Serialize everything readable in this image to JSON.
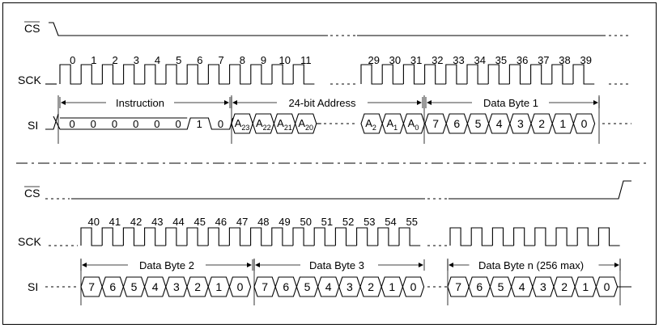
{
  "signals": {
    "cs": "CS",
    "sck": "SCK",
    "si": "SI"
  },
  "top": {
    "clock_numbers": [
      "0",
      "1",
      "2",
      "3",
      "4",
      "5",
      "6",
      "7",
      "8",
      "9",
      "10",
      "11",
      "29",
      "30",
      "31",
      "32",
      "33",
      "34",
      "35",
      "36",
      "37",
      "38",
      "39"
    ],
    "instruction_label": "Instruction",
    "address_label": "24-bit Address",
    "data_label": "Data Byte 1",
    "instruction_bits": [
      "0",
      "0",
      "0",
      "0",
      "0",
      "0",
      "1",
      "0"
    ],
    "address_high": [
      {
        "base": "A",
        "sub": "23"
      },
      {
        "base": "A",
        "sub": "22"
      },
      {
        "base": "A",
        "sub": "21"
      },
      {
        "base": "A",
        "sub": "20"
      }
    ],
    "address_low": [
      {
        "base": "A",
        "sub": "2"
      },
      {
        "base": "A",
        "sub": "1"
      },
      {
        "base": "A",
        "sub": "0"
      }
    ],
    "data_bits": [
      "7",
      "6",
      "5",
      "4",
      "3",
      "2",
      "1",
      "0"
    ]
  },
  "bottom": {
    "clock_numbers": [
      "40",
      "41",
      "42",
      "43",
      "44",
      "45",
      "46",
      "47",
      "48",
      "49",
      "50",
      "51",
      "52",
      "53",
      "54",
      "55"
    ],
    "byte_labels": [
      "Data Byte 2",
      "Data Byte 3",
      "Data Byte n (256 max)"
    ],
    "data_bits": [
      "7",
      "6",
      "5",
      "4",
      "3",
      "2",
      "1",
      "0"
    ]
  }
}
